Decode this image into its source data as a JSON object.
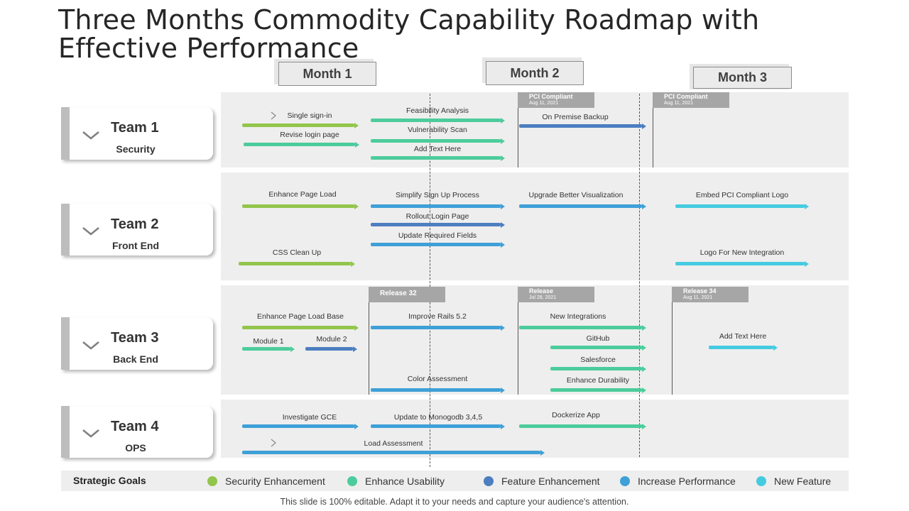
{
  "title": "Three Months Commodity Capability Roadmap with Effective Performance",
  "colors": {
    "security_enhancement": "#92c54b",
    "enhance_usability": "#4ccc9c",
    "feature_enhancement": "#4c7ec0",
    "increase_performance": "#3fa0d7",
    "new_feature": "#45cbe0"
  },
  "months": [
    "Month 1",
    "Month 2",
    "Month 3"
  ],
  "teams": [
    {
      "name": "Team 1",
      "sub": "Security"
    },
    {
      "name": "Team 2",
      "sub": "Front End"
    },
    {
      "name": "Team 3",
      "sub": "Back End"
    },
    {
      "name": "Team 4",
      "sub": "OPS"
    }
  ],
  "milestones": [
    {
      "title": "PCI Compliant",
      "date": "Aug 11, 2021"
    },
    {
      "title": "PCI Compliant",
      "date": "Aug 11, 2021"
    },
    {
      "title": "Release 32",
      "date": ""
    },
    {
      "title": "Release",
      "date": "Jul 28, 2021"
    },
    {
      "title": "Release 34",
      "date": "Aug 11, 2021"
    }
  ],
  "tasks": [
    "Single sign-in",
    "Revise login page",
    "Feasibility Analysis",
    "Vulnerability Scan",
    "Add Text Here",
    "On Premise Backup",
    "Enhance Page  Load",
    "CSS Clean Up",
    "Simplify Sign Up Process",
    "Rollout  Login Page",
    "Update Required Fields",
    "Upgrade Better Visualization",
    "Embed  PCI  Compliant  Logo",
    "Logo For New Integration",
    "Enhance Page Load Base",
    "Module  1",
    "Module  2",
    "Improve Rails 5.2",
    "Color Assessment",
    "New Integrations",
    "GitHub",
    "Salesforce",
    "Enhance Durability",
    "Add Text Here",
    "Investigate GCE",
    "Update to Monogodb 3,4,5",
    "Dockerize App",
    "Load Assessment"
  ],
  "legend": {
    "title": "Strategic Goals",
    "items": [
      "Security Enhancement",
      "Enhance Usability",
      "Feature Enhancement",
      "Increase Performance",
      "New Feature"
    ]
  },
  "footer": "This slide is 100% editable. Adapt it to your needs and capture your audience's attention."
}
